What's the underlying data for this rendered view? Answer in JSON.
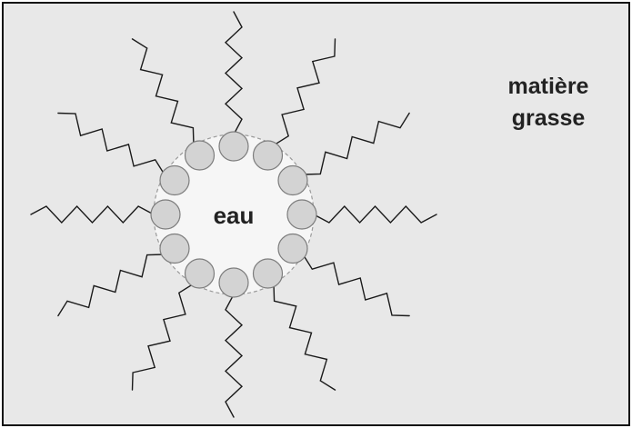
{
  "diagram": {
    "labels": {
      "inner_phase": "eau",
      "outer_phase_line1": "matière",
      "outer_phase_line2": "grasse"
    },
    "colors": {
      "background": "#e8e8e8",
      "border": "#111111",
      "core_fill": "#f6f6f6",
      "core_outline": "#9a9a9a",
      "head_fill": "#d3d3d3",
      "tail_stroke": "#1a1a1a"
    },
    "surfactant_count": 12
  }
}
